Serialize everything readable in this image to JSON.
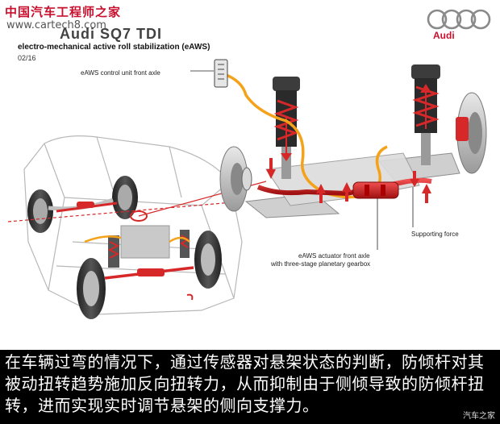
{
  "header": {
    "watermark_cn": "中国汽车工程师之家",
    "watermark_url": "www.cartech8.com",
    "title": "Audi SQ7 TDI",
    "subtitle": "electro-mechanical active roll stabilization (eAWS)",
    "page": "02/16",
    "brand": "Audi"
  },
  "labels": {
    "control_unit": "eAWS control unit front axle",
    "actuator_line1": "eAWS actuator front axle",
    "actuator_line2": "with three-stage planetary gearbox",
    "supporting_force": "Supporting force"
  },
  "caption": {
    "text": "在车辆过弯的情况下，通过传感器对悬架状态的判断，防倾杆对其被动扭转趋势施加反向扭转力，从而抑制由于侧倾导致的防倾杆扭转，进而实现实时调节悬架的侧向支撑力。",
    "watermark": "汽车之家"
  },
  "colors": {
    "accent_red": "#c8102e",
    "cable_orange": "#f5a21b",
    "actuator_red": "#d62828"
  }
}
